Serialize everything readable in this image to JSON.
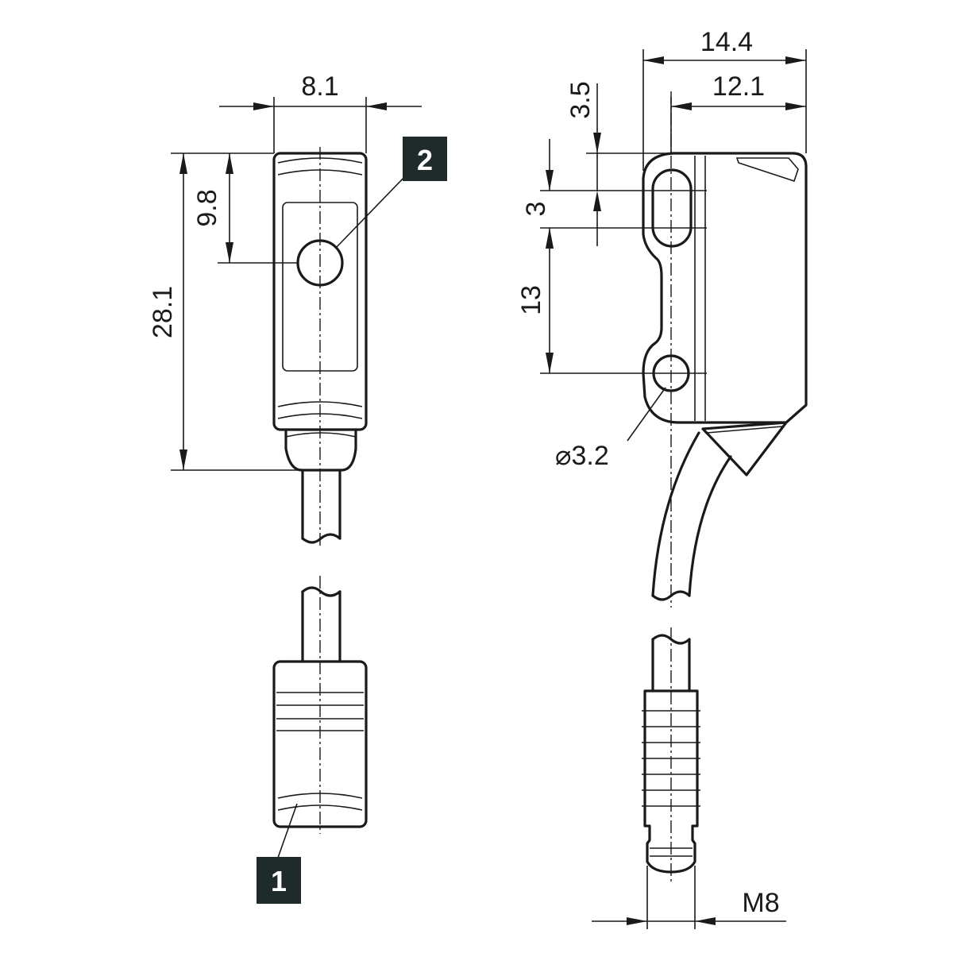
{
  "dimensions": {
    "width_front": "8.1",
    "height_total": "28.1",
    "height_lens": "9.8",
    "depth_total": "14.4",
    "depth_hole": "12.1",
    "slot_offset": "3.5",
    "slot_length": "3",
    "hole_spacing": "13",
    "hole_diameter": "⌀3.2",
    "thread": "M8"
  },
  "callouts": {
    "callout_1": "1",
    "callout_2": "2"
  }
}
